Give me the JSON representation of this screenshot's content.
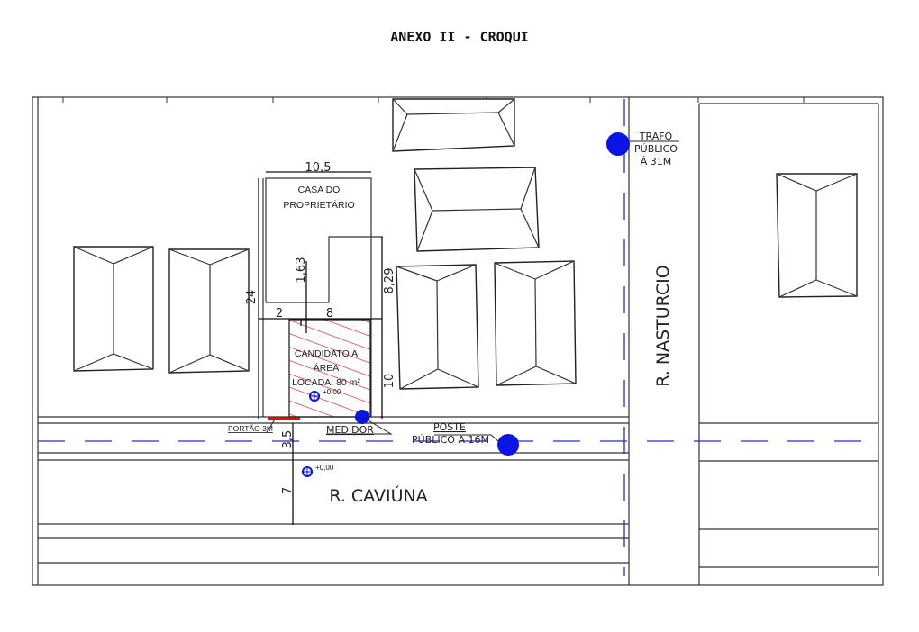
{
  "title": "ANEXO II - CROQUI",
  "labels": {
    "owner_house_line1": "CASA DO",
    "owner_house_line2": "PROPRIETÁRIO",
    "candidate_line1": "CANDIDATO A",
    "candidate_line2": "ÁREA",
    "candidate_line3": "LOCADA: 80 m²",
    "level_mark": "+0,00",
    "gate": "PORTÃO 3M",
    "meter": "MEDIDOR",
    "pole_line1": "POSTE",
    "pole_line2": "PÚBLICO A 16M",
    "trafo_line1": "TRAFO",
    "trafo_line2": "PÚBLICO",
    "trafo_line3": "Á 31M",
    "street_bottom": "R. CAVIÚNA",
    "street_right": "R. NASTURCIO"
  },
  "dimensions": {
    "width_house": "10,5",
    "depth_total": "24",
    "offset_top": "1,63",
    "side_right": "8,29",
    "side_left": "2",
    "area_width": "8",
    "area_depth": "10",
    "sidewalk": "3,5",
    "street_width": "7"
  },
  "colors": {
    "marker": "#0a14e6",
    "hatch": "#d42020",
    "axis": "#2a2ac8"
  }
}
